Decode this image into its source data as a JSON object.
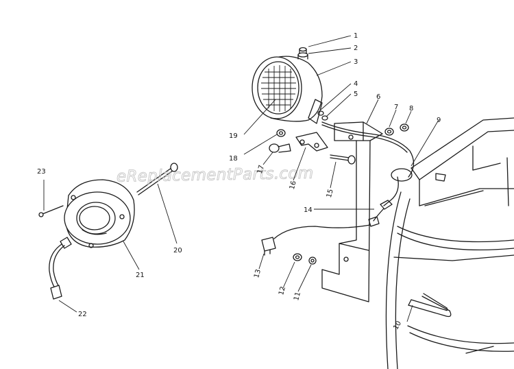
{
  "watermark": "eReplacementParts.com",
  "callouts": [
    {
      "id": "c1",
      "label": "1"
    },
    {
      "id": "c2",
      "label": "2"
    },
    {
      "id": "c3",
      "label": "3"
    },
    {
      "id": "c4",
      "label": "4"
    },
    {
      "id": "c5",
      "label": "5"
    },
    {
      "id": "c6",
      "label": "6"
    },
    {
      "id": "c7",
      "label": "7"
    },
    {
      "id": "c8",
      "label": "8"
    },
    {
      "id": "c9",
      "label": "9"
    },
    {
      "id": "c10",
      "label": "10"
    },
    {
      "id": "c11",
      "label": "11"
    },
    {
      "id": "c12",
      "label": "12"
    },
    {
      "id": "c13",
      "label": "13"
    },
    {
      "id": "c14",
      "label": "14"
    },
    {
      "id": "c15",
      "label": "15"
    },
    {
      "id": "c16",
      "label": "16"
    },
    {
      "id": "c17",
      "label": "17"
    },
    {
      "id": "c18",
      "label": "18"
    },
    {
      "id": "c19",
      "label": "19"
    },
    {
      "id": "c20",
      "label": "20"
    },
    {
      "id": "c21",
      "label": "21"
    },
    {
      "id": "c22",
      "label": "22"
    },
    {
      "id": "c23",
      "label": "23"
    }
  ]
}
